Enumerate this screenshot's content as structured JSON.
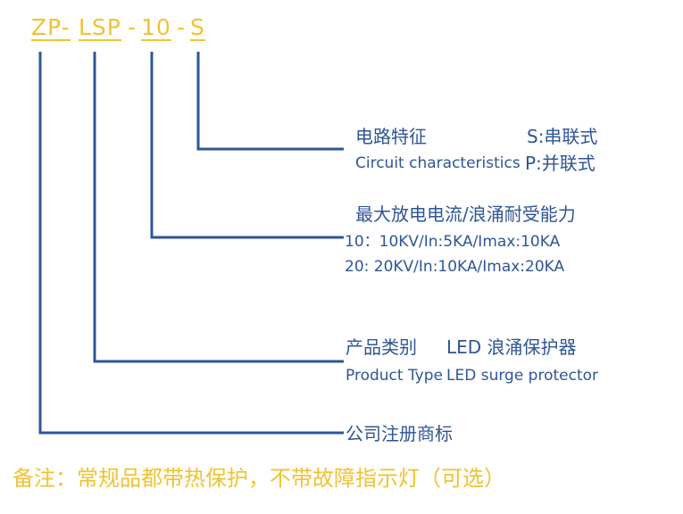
{
  "model_code": {
    "brand": "ZP-",
    "type": "LSP",
    "sep1": "-",
    "current": "10",
    "sep2": "-",
    "connection": "S"
  },
  "circuit": {
    "title_zh": "电路特征",
    "option_s": "S:串联式",
    "title_en": "Circuit characteristics",
    "option_p": "P:并联式"
  },
  "discharge": {
    "title": "最大放电电流/浪涌耐受能力",
    "line_10": "10：10KV/In:5KA/Imax:10KA",
    "line_20": "20:  20KV/In:10KA/Imax:20KA"
  },
  "product_type": {
    "title_zh": "产品类别",
    "value_zh": "LED 浪涌保护器",
    "title_en": "Product Type",
    "value_en": "LED surge protector"
  },
  "trademark": {
    "title": "公司注册商标"
  },
  "note": "备注：常规品都带热保护，不带故障指示灯（可选）",
  "colors": {
    "code": "#f1c232",
    "lines": "#2f5597",
    "labels": "#2f5597",
    "note": "#f1c232"
  }
}
